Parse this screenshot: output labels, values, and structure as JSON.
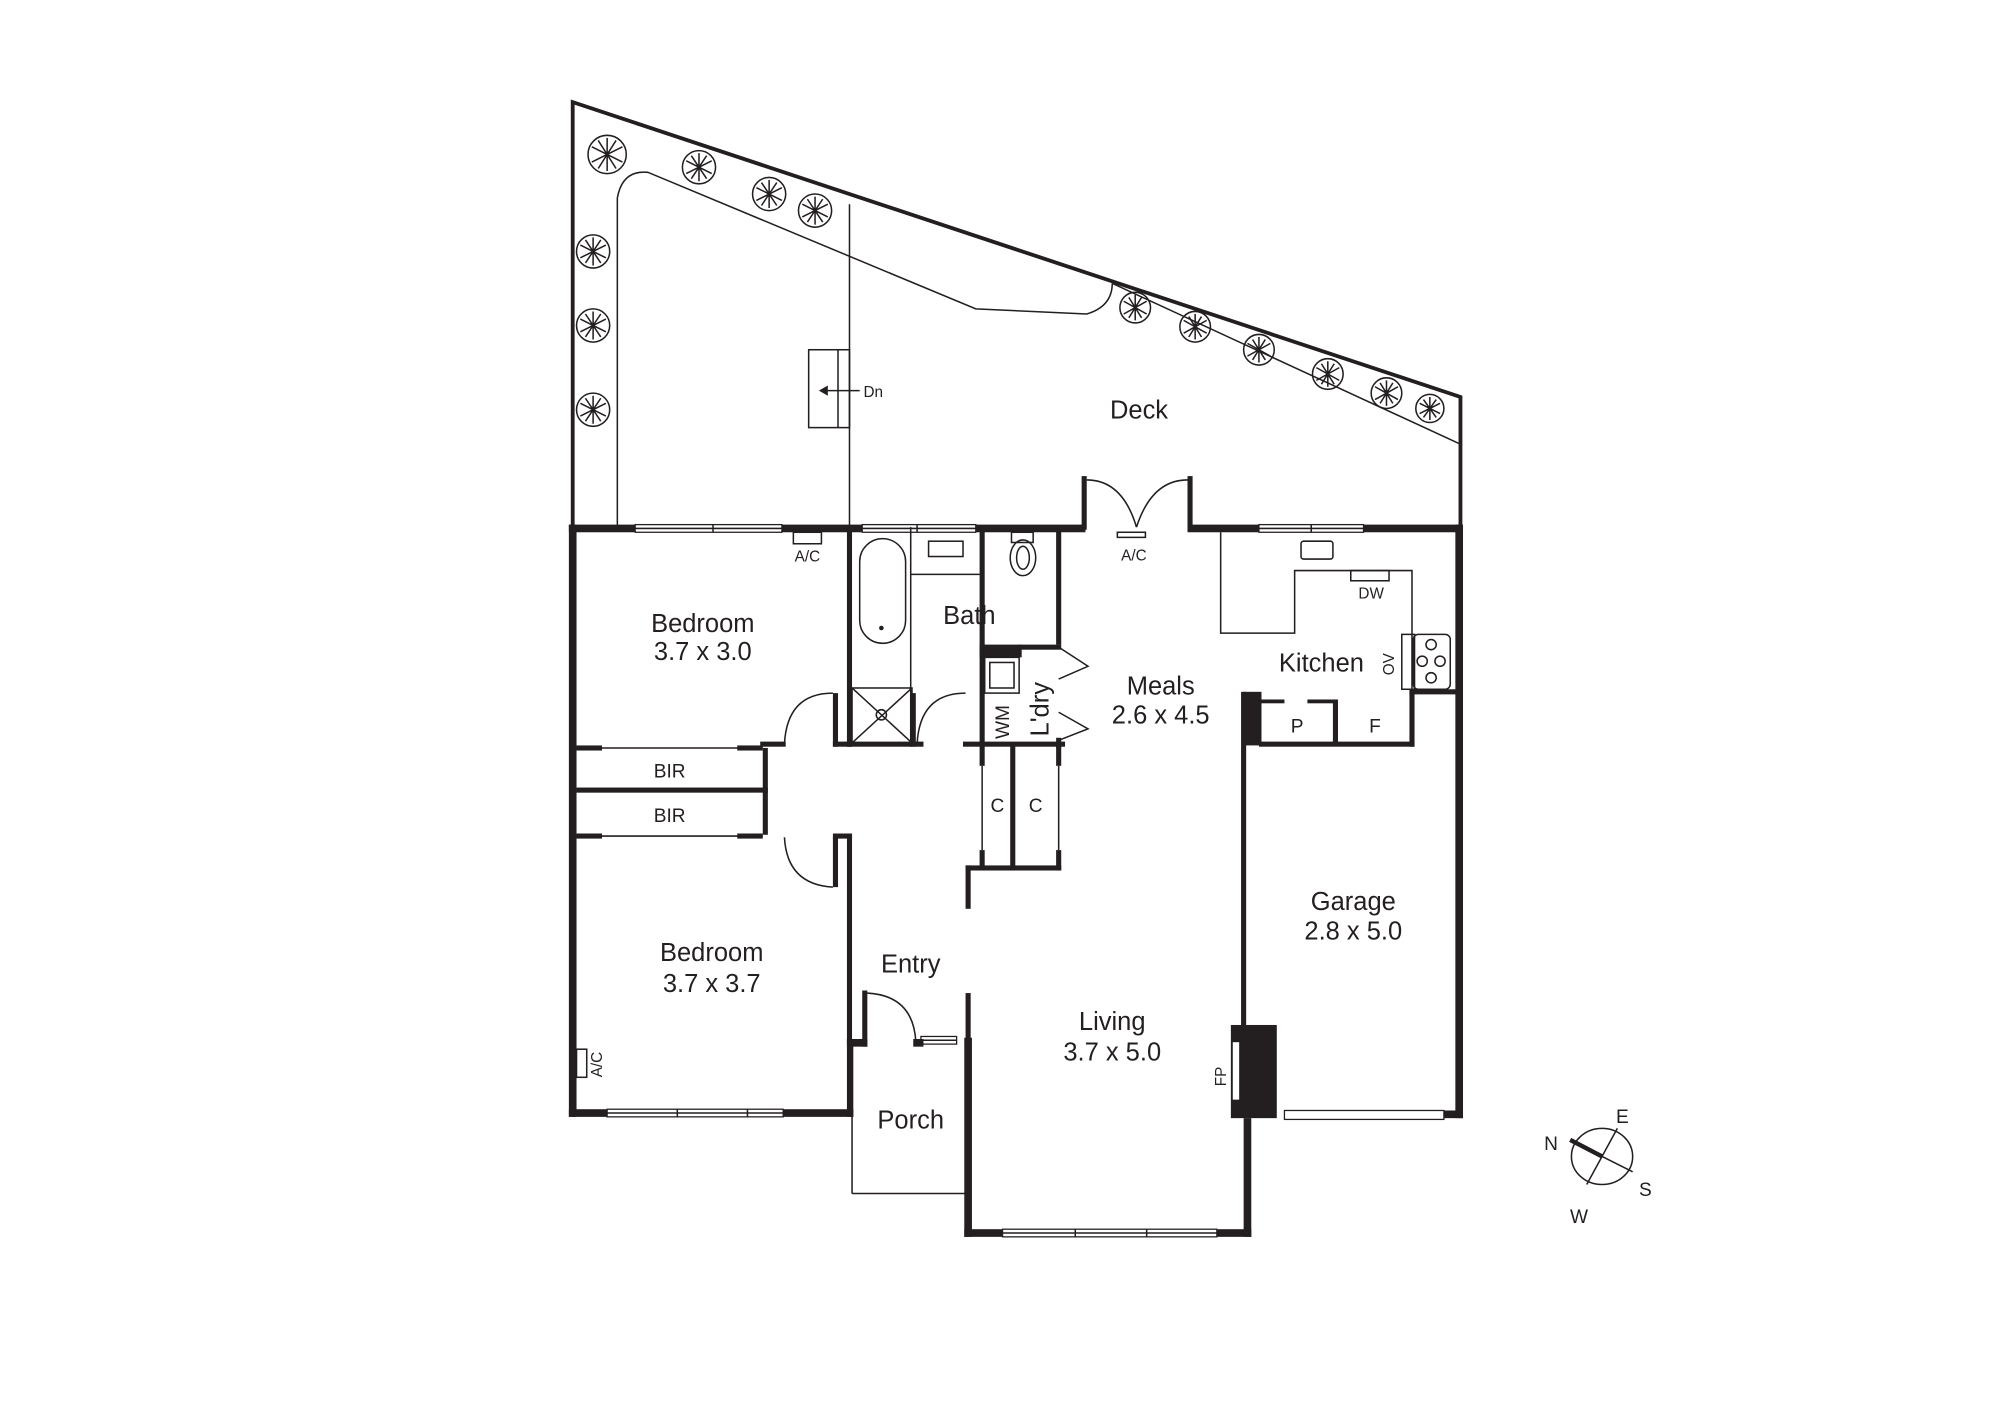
{
  "plan": {
    "type": "residential-floor-plan",
    "units": "m",
    "rooms": [
      {
        "name": "Deck",
        "dims": ""
      },
      {
        "name": "Bedroom",
        "dims": "3.7 x 3.0"
      },
      {
        "name": "Bath",
        "dims": ""
      },
      {
        "name": "Meals",
        "dims": "2.6 x 4.5"
      },
      {
        "name": "Kitchen",
        "dims": ""
      },
      {
        "name": "Bedroom",
        "dims": "3.7 x 3.7"
      },
      {
        "name": "Entry",
        "dims": ""
      },
      {
        "name": "Living",
        "dims": "3.7 x 5.0"
      },
      {
        "name": "Garage",
        "dims": "2.8 x 5.0"
      },
      {
        "name": "Porch",
        "dims": ""
      },
      {
        "name": "L'dry",
        "dims": ""
      }
    ],
    "fixtures": {
      "stairs_down": "Dn",
      "ac_1": "A/C",
      "ac_2": "A/C",
      "ac_3": "A/C",
      "bir_1": "BIR",
      "bir_2": "BIR",
      "cupboard_1": "C",
      "cupboard_2": "C",
      "washing_machine": "WM",
      "dishwasher": "DW",
      "oven": "OV",
      "pantry": "P",
      "fridge": "F",
      "fireplace": "FP"
    },
    "compass": {
      "n": "N",
      "e": "E",
      "s": "S",
      "w": "W"
    }
  }
}
